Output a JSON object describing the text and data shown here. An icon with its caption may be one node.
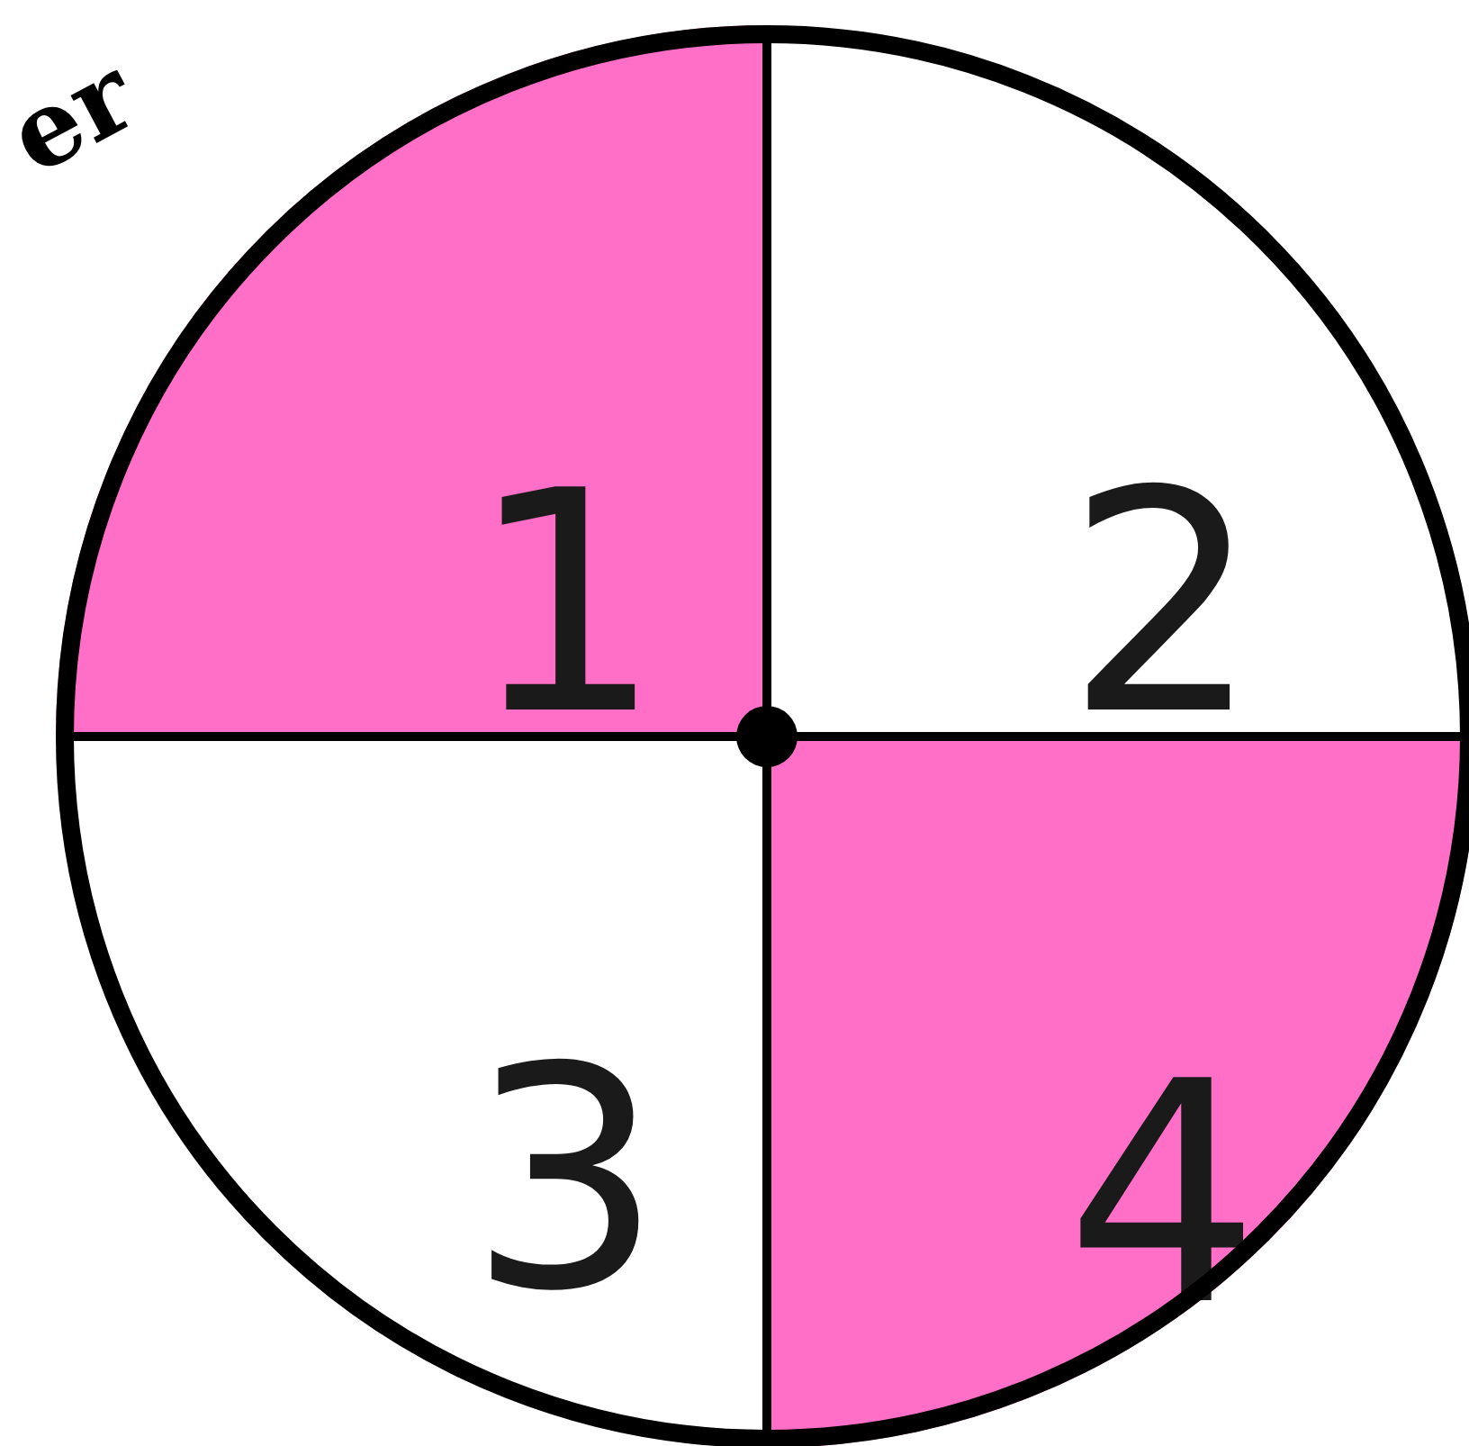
{
  "diagram": {
    "nodes": [
      {
        "text": [
          "1"
        ]
      },
      {
        "text": [
          "2"
        ]
      },
      {
        "text": [
          "3"
        ]
      },
      {
        "text": [
          "4"
        ]
      }
    ],
    "labels": [
      "er"
    ]
  }
}
